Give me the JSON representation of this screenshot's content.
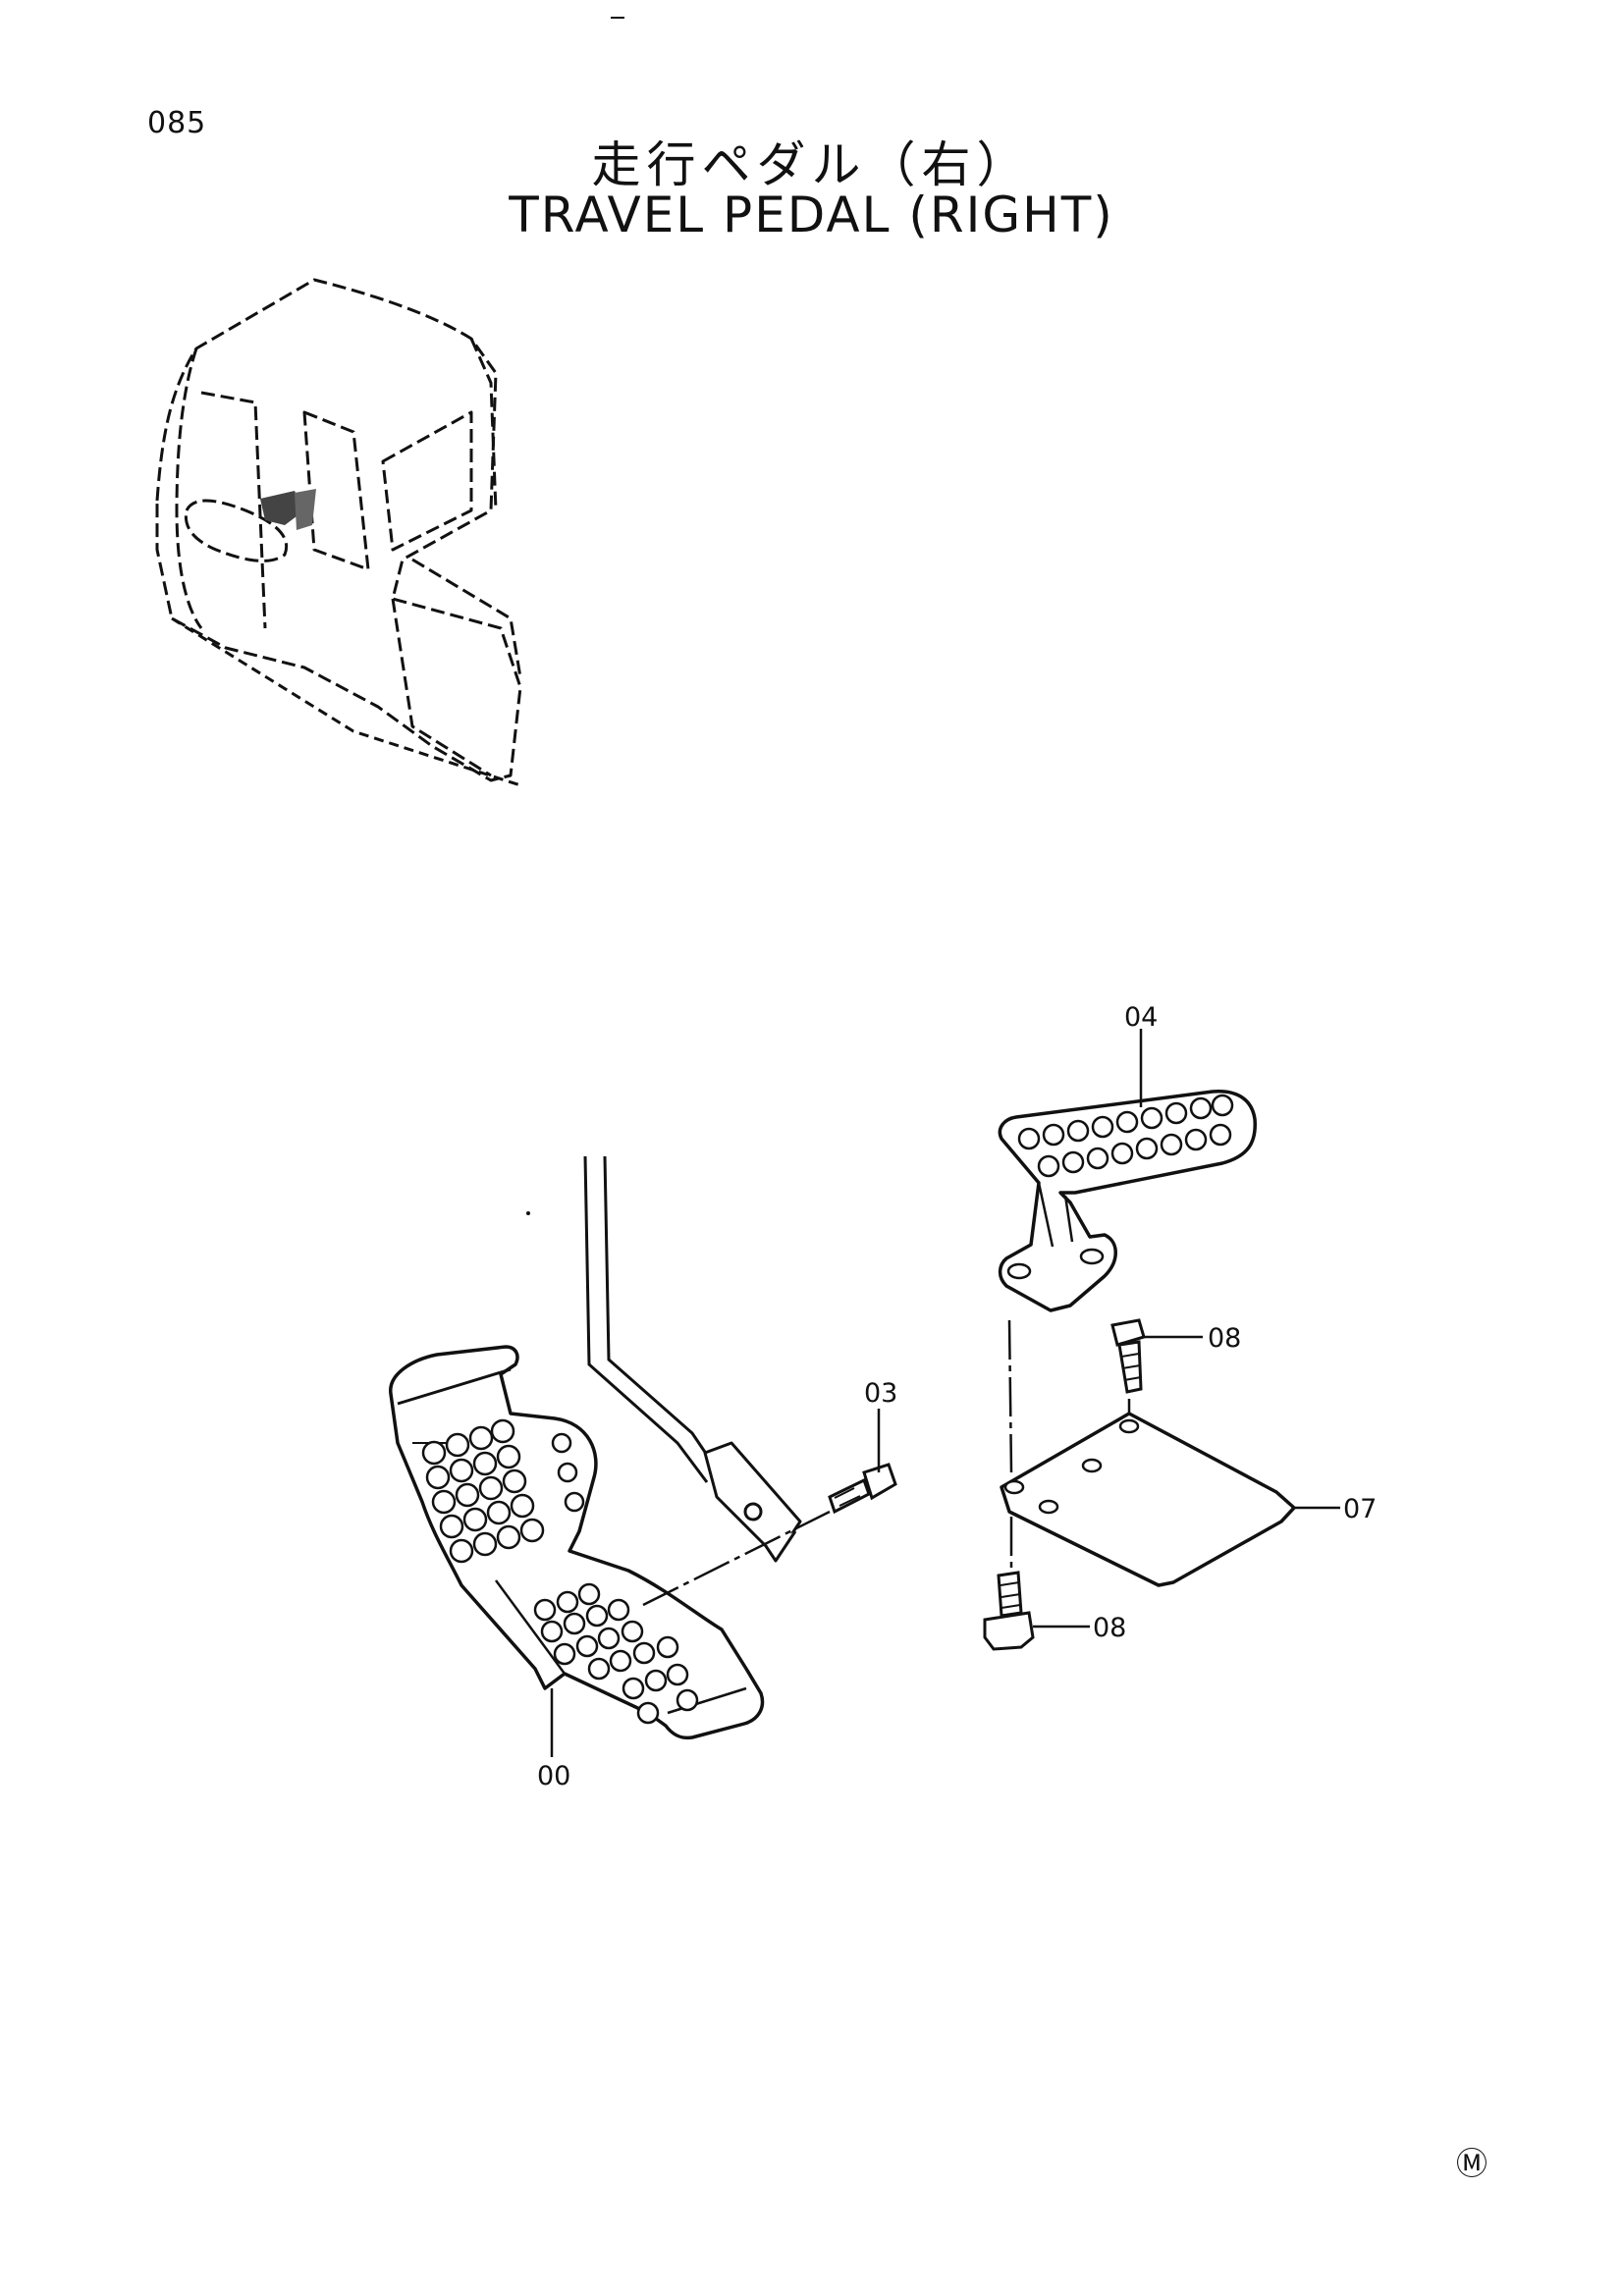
{
  "page": {
    "number": "085"
  },
  "title": {
    "japanese": "走行ペダル（右）",
    "english": "TRAVEL PEDAL (RIGHT)"
  },
  "callouts": [
    {
      "id": "c00",
      "label": "00"
    },
    {
      "id": "c03",
      "label": "03"
    },
    {
      "id": "c04",
      "label": "04"
    },
    {
      "id": "c07",
      "label": "07"
    },
    {
      "id": "c08a",
      "label": "08"
    },
    {
      "id": "c08b",
      "label": "08"
    }
  ],
  "mark": {
    "symbol": "Ⓜ"
  }
}
